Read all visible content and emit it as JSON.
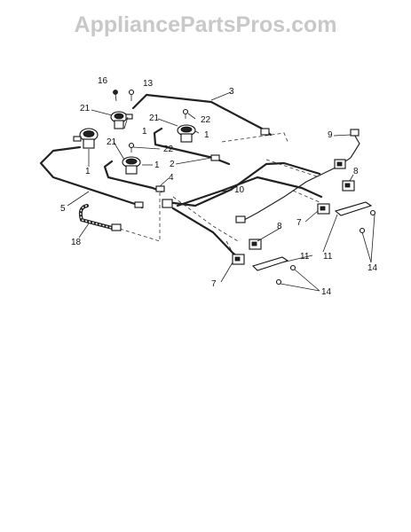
{
  "watermark": "AppliancePartsPros.com",
  "callouts": {
    "c1a": "1",
    "c1b": "1",
    "c1c": "1",
    "c1d": "1",
    "c2": "2",
    "c3": "3",
    "c4": "4",
    "c5": "5",
    "c7a": "7",
    "c7b": "7",
    "c8a": "8",
    "c8b": "8",
    "c9": "9",
    "c10": "10",
    "c11a": "11",
    "c11b": "11",
    "c13": "13",
    "c14a": "14",
    "c14b": "14",
    "c16": "16",
    "c18": "18",
    "c21a": "21",
    "c21b": "21",
    "c21c": "21",
    "c22a": "22",
    "c22b": "22"
  }
}
